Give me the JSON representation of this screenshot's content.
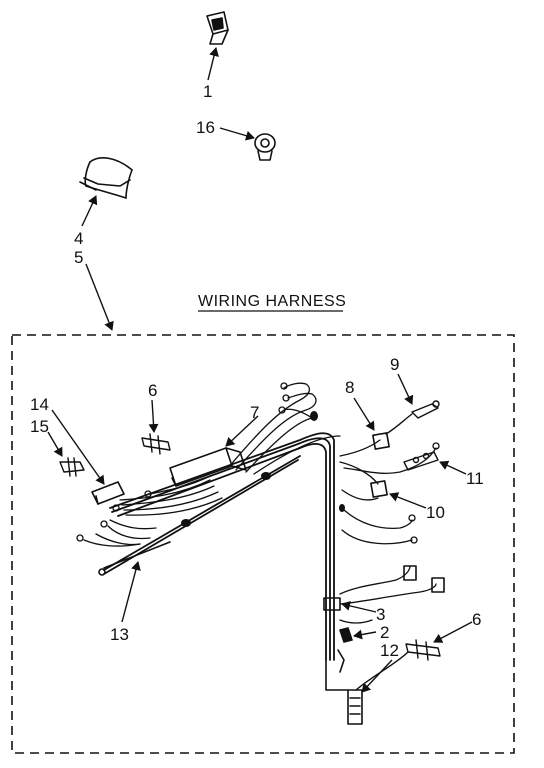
{
  "diagram": {
    "title": "WIRING HARNESS",
    "callouts": [
      "1",
      "16",
      "4",
      "5",
      "6",
      "7",
      "8",
      "9",
      "14",
      "15",
      "11",
      "10",
      "3",
      "2",
      "6",
      "12",
      "13"
    ]
  }
}
